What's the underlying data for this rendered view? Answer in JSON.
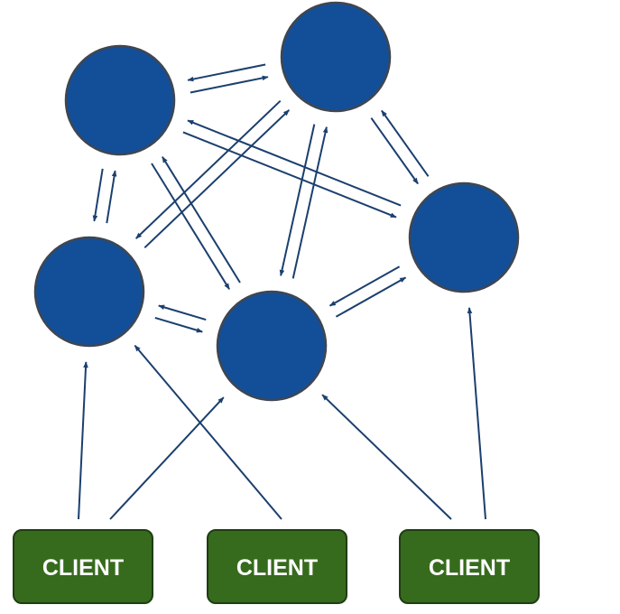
{
  "colors": {
    "node_fill": "#134f99",
    "node_stroke": "#3f4650",
    "arrow": "#1b3f6e",
    "client_fill": "#366b1d",
    "client_stroke": "#1f3d12",
    "client_text": "#ffffff",
    "background": "#ffffff"
  },
  "nodes": [
    {
      "id": "node-a",
      "name": "top-left"
    },
    {
      "id": "node-b",
      "name": "top-right"
    },
    {
      "id": "node-c",
      "name": "middle-left"
    },
    {
      "id": "node-d",
      "name": "center"
    },
    {
      "id": "node-e",
      "name": "right"
    }
  ],
  "clients": [
    {
      "id": "client-1",
      "label": "CLIENT"
    },
    {
      "id": "client-2",
      "label": "CLIENT"
    },
    {
      "id": "client-3",
      "label": "CLIENT"
    }
  ],
  "edges": [
    {
      "from": "node-b",
      "to": "node-a"
    },
    {
      "from": "node-a",
      "to": "node-b"
    },
    {
      "from": "node-a",
      "to": "node-c"
    },
    {
      "from": "node-c",
      "to": "node-a"
    },
    {
      "from": "node-a",
      "to": "node-d"
    },
    {
      "from": "node-d",
      "to": "node-a"
    },
    {
      "from": "node-a",
      "to": "node-e"
    },
    {
      "from": "node-e",
      "to": "node-a"
    },
    {
      "from": "node-c",
      "to": "node-b"
    },
    {
      "from": "node-b",
      "to": "node-c"
    },
    {
      "from": "node-b",
      "to": "node-d"
    },
    {
      "from": "node-d",
      "to": "node-b"
    },
    {
      "from": "node-b",
      "to": "node-e"
    },
    {
      "from": "node-e",
      "to": "node-b"
    },
    {
      "from": "node-d",
      "to": "node-c"
    },
    {
      "from": "node-c",
      "to": "node-d"
    },
    {
      "from": "node-d",
      "to": "node-e"
    },
    {
      "from": "node-e",
      "to": "node-d"
    },
    {
      "from": "client-1",
      "to": "node-c"
    },
    {
      "from": "client-1",
      "to": "node-d"
    },
    {
      "from": "client-2",
      "to": "node-c"
    },
    {
      "from": "client-3",
      "to": "node-d"
    },
    {
      "from": "client-3",
      "to": "node-e"
    }
  ]
}
